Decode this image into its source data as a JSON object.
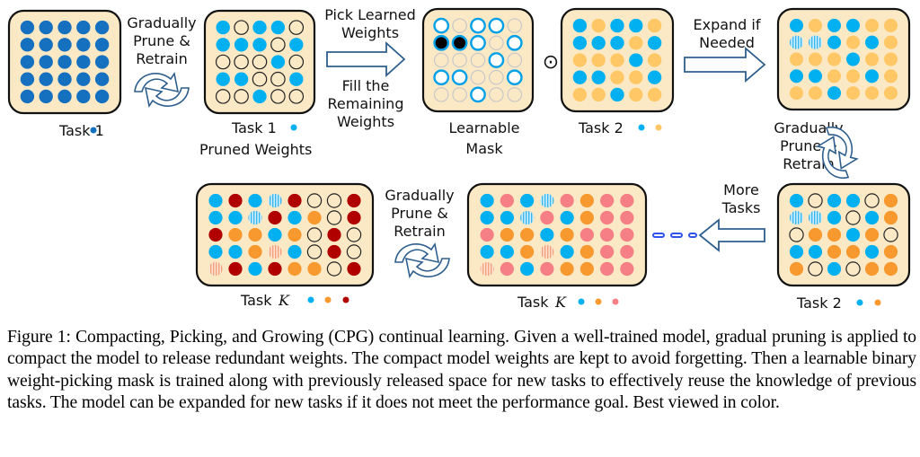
{
  "colors": {
    "panel_bg": "#fbe9c6",
    "task1_dark": "#1570bf",
    "task1_light": "#00b0f0",
    "task2": "#ffc765",
    "task2_orange": "#f7992f",
    "taskk_pink": "#f57f84",
    "taskk_red": "#b00000",
    "mask_ring": "#00a0e8",
    "mask_empty": "#c8c8c8",
    "arrow_stroke": "#2e5e8e",
    "dots": "#2f54eb"
  },
  "labels": {
    "task1": "Task 1",
    "task1_pruned_l1": "Task 1",
    "task1_pruned_l2": "Pruned Weights",
    "mask_l1": "Learnable",
    "mask_l2": "Mask",
    "task2_expand": "Task 2",
    "task2_pruned": "Task 2",
    "taskk_mid": "Task",
    "taskk_last": "Task",
    "k_symbol": "K",
    "odot": "⊙"
  },
  "steps": {
    "prune1": [
      "Gradually",
      "Prune &",
      "Retrain"
    ],
    "pick": [
      "Pick Learned",
      "Weights"
    ],
    "fill": [
      "Fill the",
      "Remaining",
      "Weights"
    ],
    "expand": [
      "Expand if",
      "Needed"
    ],
    "prune2": [
      "Gradually",
      "Prune &",
      "Retrain"
    ],
    "more": [
      "More",
      "Tasks"
    ],
    "prune3": [
      "Gradually",
      "Prune &",
      "Retrain"
    ]
  },
  "grids": {
    "legend": "D=task1 dark, B=task1 light blue, Y=task2 yellow, O=orange, P=pink, R=red, E=empty (released), H=hatched (expanded), M=mask picked (ring), K=mask black, G=mask unpicked",
    "task1": [
      "DDDDD",
      "DDDDD",
      "DDDDD",
      "DDDDD",
      "DDDDD"
    ],
    "task1_pruned": [
      "BEBBE",
      "BBBEB",
      "EEEBE",
      "BBEEB",
      "EEBEE"
    ],
    "mask": [
      "MGMMG",
      "KKMGM",
      "GGGMG",
      "MMGGM",
      "GGMGG"
    ],
    "task2": [
      "BYBBY",
      "BBBYB",
      "YYYBY",
      "BBYYB",
      "YYBYY"
    ],
    "task2_expanded": [
      "BYBBYY",
      "HHBYBY",
      "YYYBYY",
      "BBYYBY",
      "YYBYYY"
    ],
    "task2_pruned": [
      "BEBBEO",
      "HHBEBO",
      "EOOBOE",
      "BBOOBO",
      "OEBEOO"
    ],
    "taskk_mid": [
      "BPBHPOPP",
      "BBHPBOPP",
      "POOBOPPP",
      "BBOHBOPP",
      "HPBPOOPP"
    ],
    "taskk_last": [
      "BRBHREER",
      "BBHRBOER",
      "ROOBOERE",
      "BBOHBERE",
      "HRBROOER"
    ]
  },
  "caption": "Figure 1: Compacting, Picking, and Growing (CPG) continual learning. Given a well-trained model, gradual pruning is applied to compact the model to release redundant weights. The compact model weights are kept to avoid forgetting. Then a learnable binary weight-picking mask is trained along with previously released space for new tasks to effectively reuse the knowledge of previous tasks. The model can be expanded for new tasks if it does not meet the performance goal. Best viewed in color."
}
